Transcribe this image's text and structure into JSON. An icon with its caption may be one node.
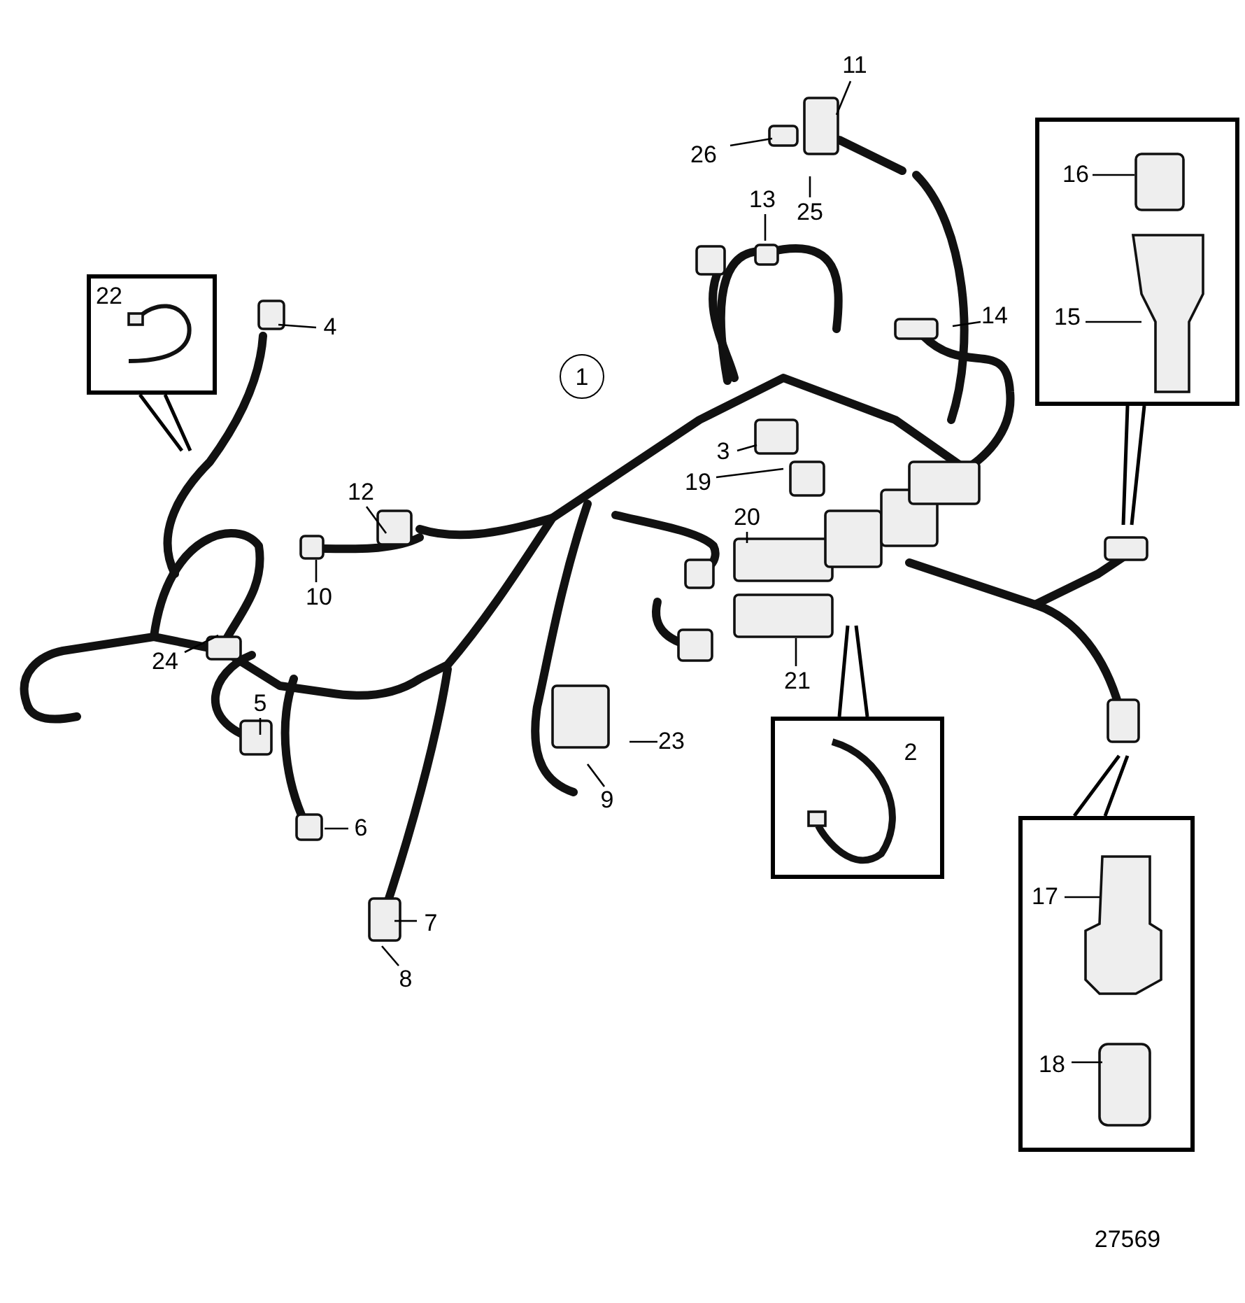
{
  "diagram": {
    "nodes": [
      {
        "text": [
          "11"
        ]
      },
      {
        "text": [
          "26"
        ]
      },
      {
        "text": [
          "25"
        ]
      },
      {
        "text": [
          "13"
        ]
      },
      {
        "text": [],
        "shape": "box"
      },
      {
        "text": [
          "16"
        ],
        "in": 4
      },
      {
        "text": [
          "15"
        ],
        "in": 4
      },
      {
        "text": [],
        "shape": "box"
      },
      {
        "text": [
          "22"
        ],
        "in": 7
      },
      {
        "text": [
          "4"
        ]
      },
      {
        "text": [
          "14"
        ]
      },
      {
        "text": [
          "1"
        ]
      },
      {
        "text": [
          "3"
        ]
      },
      {
        "text": [
          "12"
        ]
      },
      {
        "text": [
          "19"
        ]
      },
      {
        "text": [
          "20"
        ]
      },
      {
        "text": [
          "10"
        ]
      },
      {
        "text": [
          "24"
        ]
      },
      {
        "text": [
          "21"
        ]
      },
      {
        "text": [
          "5"
        ]
      },
      {
        "text": [
          "23"
        ]
      },
      {
        "text": [],
        "shape": "box"
      },
      {
        "text": [
          "2"
        ],
        "in": 21
      },
      {
        "text": [
          "9"
        ]
      },
      {
        "text": [
          "6"
        ]
      },
      {
        "text": [],
        "shape": "box"
      },
      {
        "text": [
          "17"
        ],
        "in": 25
      },
      {
        "text": [
          "7"
        ]
      },
      {
        "text": [
          "8"
        ]
      },
      {
        "text": [
          "18"
        ],
        "in": 25
      }
    ],
    "edges": [
      {
        "from": 0,
        "to": null,
        "arrow": "none"
      },
      {
        "from": 1,
        "to": null,
        "arrow": "none"
      },
      {
        "from": 2,
        "to": null,
        "arrow": "none"
      },
      {
        "from": 3,
        "to": null,
        "arrow": "none"
      },
      {
        "from": 4,
        "to": null,
        "arrow": "none"
      },
      {
        "from": 5,
        "to": null,
        "arrow": "none"
      },
      {
        "from": 6,
        "to": null,
        "arrow": "none"
      },
      {
        "from": 7,
        "to": null,
        "arrow": "none"
      },
      {
        "from": 9,
        "to": null,
        "arrow": "none"
      },
      {
        "from": 10,
        "to": null,
        "arrow": "none"
      },
      {
        "from": 12,
        "to": null,
        "arrow": "none"
      },
      {
        "from": 13,
        "to": null,
        "arrow": "none"
      },
      {
        "from": 14,
        "to": null,
        "arrow": "none"
      },
      {
        "from": 15,
        "to": null,
        "arrow": "none"
      },
      {
        "from": 16,
        "to": null,
        "arrow": "none"
      },
      {
        "from": 17,
        "to": null,
        "arrow": "none"
      },
      {
        "from": 18,
        "to": null,
        "arrow": "none"
      },
      {
        "from": 19,
        "to": null,
        "arrow": "none"
      },
      {
        "from": 20,
        "to": null,
        "arrow": "none"
      },
      {
        "from": 21,
        "to": null,
        "arrow": "none"
      },
      {
        "from": 23,
        "to": null,
        "arrow": "none"
      },
      {
        "from": 24,
        "to": null,
        "arrow": "none"
      },
      {
        "from": 25,
        "to": null,
        "arrow": "none"
      },
      {
        "from": 26,
        "to": null,
        "arrow": "none"
      },
      {
        "from": 27,
        "to": null,
        "arrow": "none"
      },
      {
        "from": 28,
        "to": null,
        "arrow": "none"
      },
      {
        "from": 29,
        "to": null,
        "arrow": "none"
      }
    ],
    "labels": [
      "27569"
    ]
  }
}
